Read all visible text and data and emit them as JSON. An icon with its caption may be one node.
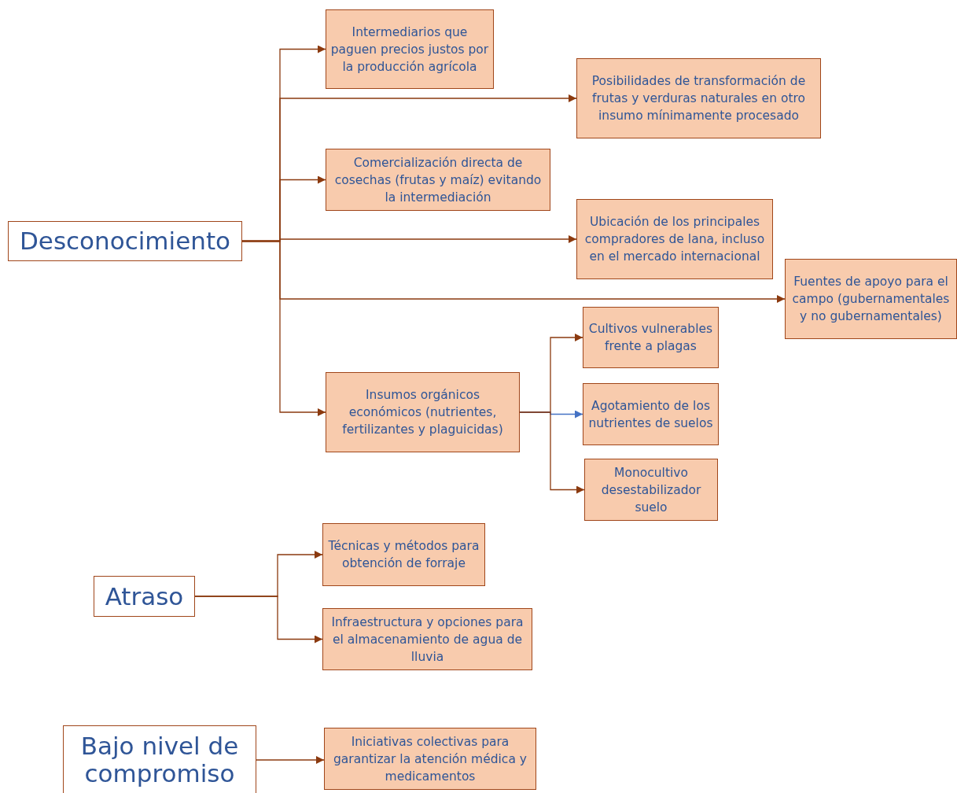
{
  "diagram": {
    "nodes": [
      {
        "text": [
          "Desconocimiento"
        ]
      },
      {
        "text": [
          "Intermediarios que paguen precios justos por la producción agrícola"
        ]
      },
      {
        "text": [
          "Posibilidades de transformación de frutas y verduras naturales en otro insumo mínimamente procesado"
        ]
      },
      {
        "text": [
          "Comercialización directa de cosechas (frutas y maíz) evitando la intermediación"
        ]
      },
      {
        "text": [
          "Ubicación de los principales compradores de lana, incluso en el mercado internacional"
        ]
      },
      {
        "text": [
          "Fuentes de apoyo para el campo (gubernamentales y no gubernamentales)"
        ]
      },
      {
        "text": [
          "Insumos orgánicos económicos (nutrientes, fertilizantes y plaguicidas)"
        ]
      },
      {
        "text": [
          "Cultivos vulnerables frente a plagas"
        ]
      },
      {
        "text": [
          "Agotamiento de los nutrientes de suelos"
        ]
      },
      {
        "text": [
          "Monocultivo desestabilizador suelo"
        ]
      },
      {
        "text": [
          "Atraso"
        ]
      },
      {
        "text": [
          "Técnicas y métodos para obtención de forraje"
        ]
      },
      {
        "text": [
          "Infraestructura y opciones para el almacenamiento de agua de lluvia"
        ]
      },
      {
        "text": [
          "Bajo nivel de compromiso"
        ]
      },
      {
        "text": [
          "Iniciativas colectivas para garantizar la atención médica y medicamentos"
        ]
      }
    ],
    "edges": [
      {
        "from": 0,
        "to": 1,
        "arrow": "to"
      },
      {
        "from": 0,
        "to": 2,
        "arrow": "to"
      },
      {
        "from": 0,
        "to": 3,
        "arrow": "to"
      },
      {
        "from": 0,
        "to": 4,
        "arrow": "to"
      },
      {
        "from": 0,
        "to": 5,
        "arrow": "to"
      },
      {
        "from": 0,
        "to": 6,
        "arrow": "to"
      },
      {
        "from": 6,
        "to": 7,
        "arrow": "to"
      },
      {
        "from": 6,
        "to": 8,
        "arrow": "to",
        "color": "#4472c4"
      },
      {
        "from": 6,
        "to": 9,
        "arrow": "to"
      },
      {
        "from": 10,
        "to": 11,
        "arrow": "to"
      },
      {
        "from": 10,
        "to": 12,
        "arrow": "to"
      },
      {
        "from": 13,
        "to": 14,
        "arrow": "to"
      }
    ]
  }
}
